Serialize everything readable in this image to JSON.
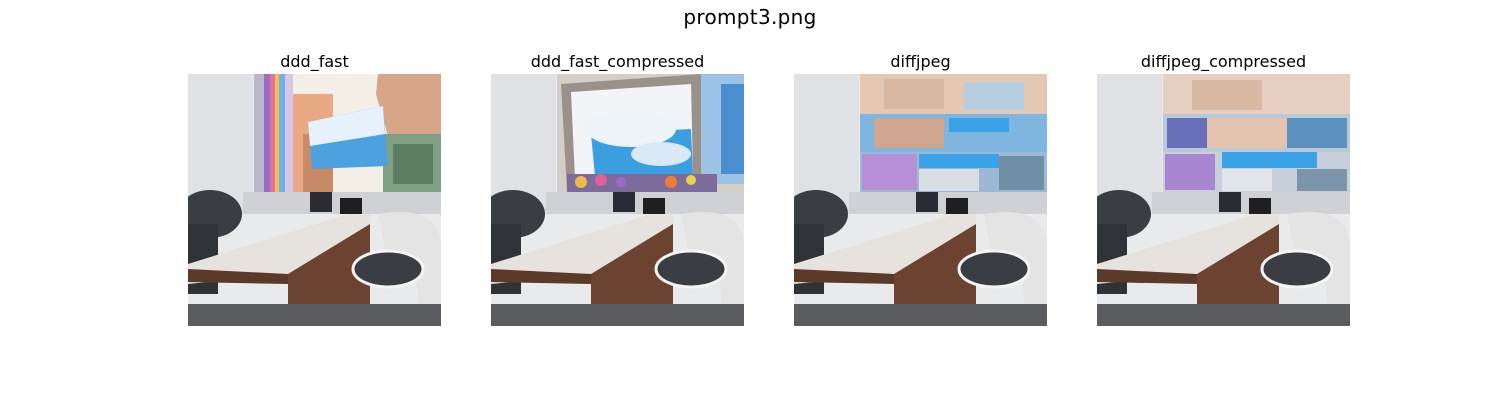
{
  "figure": {
    "suptitle": "prompt3.png"
  },
  "panels": [
    {
      "title": "ddd_fast",
      "variant": "ddd_fast"
    },
    {
      "title": "ddd_fast_compressed",
      "variant": "ddd_fast_compressed"
    },
    {
      "title": "diffjpeg",
      "variant": "diffjpeg"
    },
    {
      "title": "diffjpeg_compressed",
      "variant": "diffjpeg_compressed"
    }
  ],
  "colors": {
    "background": "#ffffff",
    "wall": "#e9eaec",
    "desk_wood": "#6b4330",
    "desk_top": "#d9d6d1",
    "chair_dark": "#3a3d42",
    "chair_light": "#e4e4e4",
    "sky_blue": "#3a9ee0",
    "carpet": "#5a5c60"
  }
}
